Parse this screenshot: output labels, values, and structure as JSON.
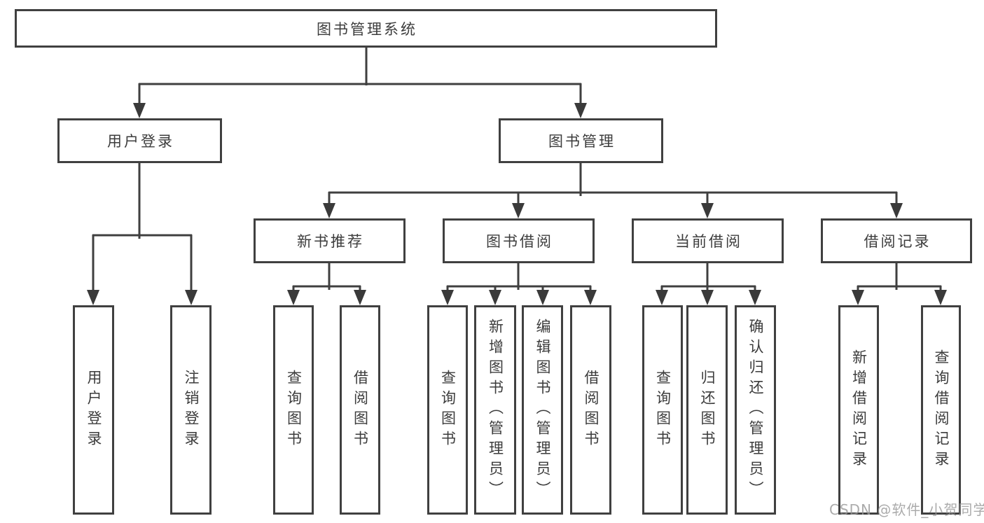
{
  "diagram": {
    "title": "图书管理系统",
    "type": "hierarchy-tree",
    "structure": [
      {
        "parent": "图书管理系统",
        "children": [
          "用户登录",
          "图书管理"
        ]
      },
      {
        "parent": "用户登录",
        "children": [
          "用户登录",
          "注销登录"
        ]
      },
      {
        "parent": "图书管理",
        "children": [
          "新书推荐",
          "图书借阅",
          "当前借阅",
          "借阅记录"
        ]
      },
      {
        "parent": "新书推荐",
        "children": [
          "查询图书",
          "借阅图书"
        ]
      },
      {
        "parent": "图书借阅",
        "children": [
          "查询图书",
          "新增图书（管理员）",
          "编辑图书（管理员）",
          "借阅图书"
        ]
      },
      {
        "parent": "当前借阅",
        "children": [
          "查询图书",
          "归还图书",
          "确认归还（管理员）"
        ]
      },
      {
        "parent": "借阅记录",
        "children": [
          "新增借阅记录",
          "查询借阅记录"
        ]
      }
    ]
  },
  "nodes": {
    "root": "图书管理系统",
    "user_login": "用户登录",
    "book_mgmt": "图书管理",
    "leaf_user_login": "用户登录",
    "leaf_logout": "注销登录",
    "new_book": "新书推荐",
    "book_borrow": "图书借阅",
    "current_borrow": "当前借阅",
    "borrow_record": "借阅记录",
    "nb_query": "查询图书",
    "nb_borrow": "借阅图书",
    "bb_query": "查询图书",
    "bb_add": "新增图书（管理员）",
    "bb_edit": "编辑图书（管理员）",
    "bb_borrow": "借阅图书",
    "cb_query": "查询图书",
    "cb_return": "归还图书",
    "cb_confirm": "确认归还（管理员）",
    "br_add": "新增借阅记录",
    "br_query": "查询借阅记录"
  },
  "watermark": "CSDN @软件_小贺同学",
  "colors": {
    "line": "#3f3f3f",
    "border": "#404040",
    "text": "#3c3c3c",
    "watermark": "#969696",
    "background": "#ffffff"
  }
}
